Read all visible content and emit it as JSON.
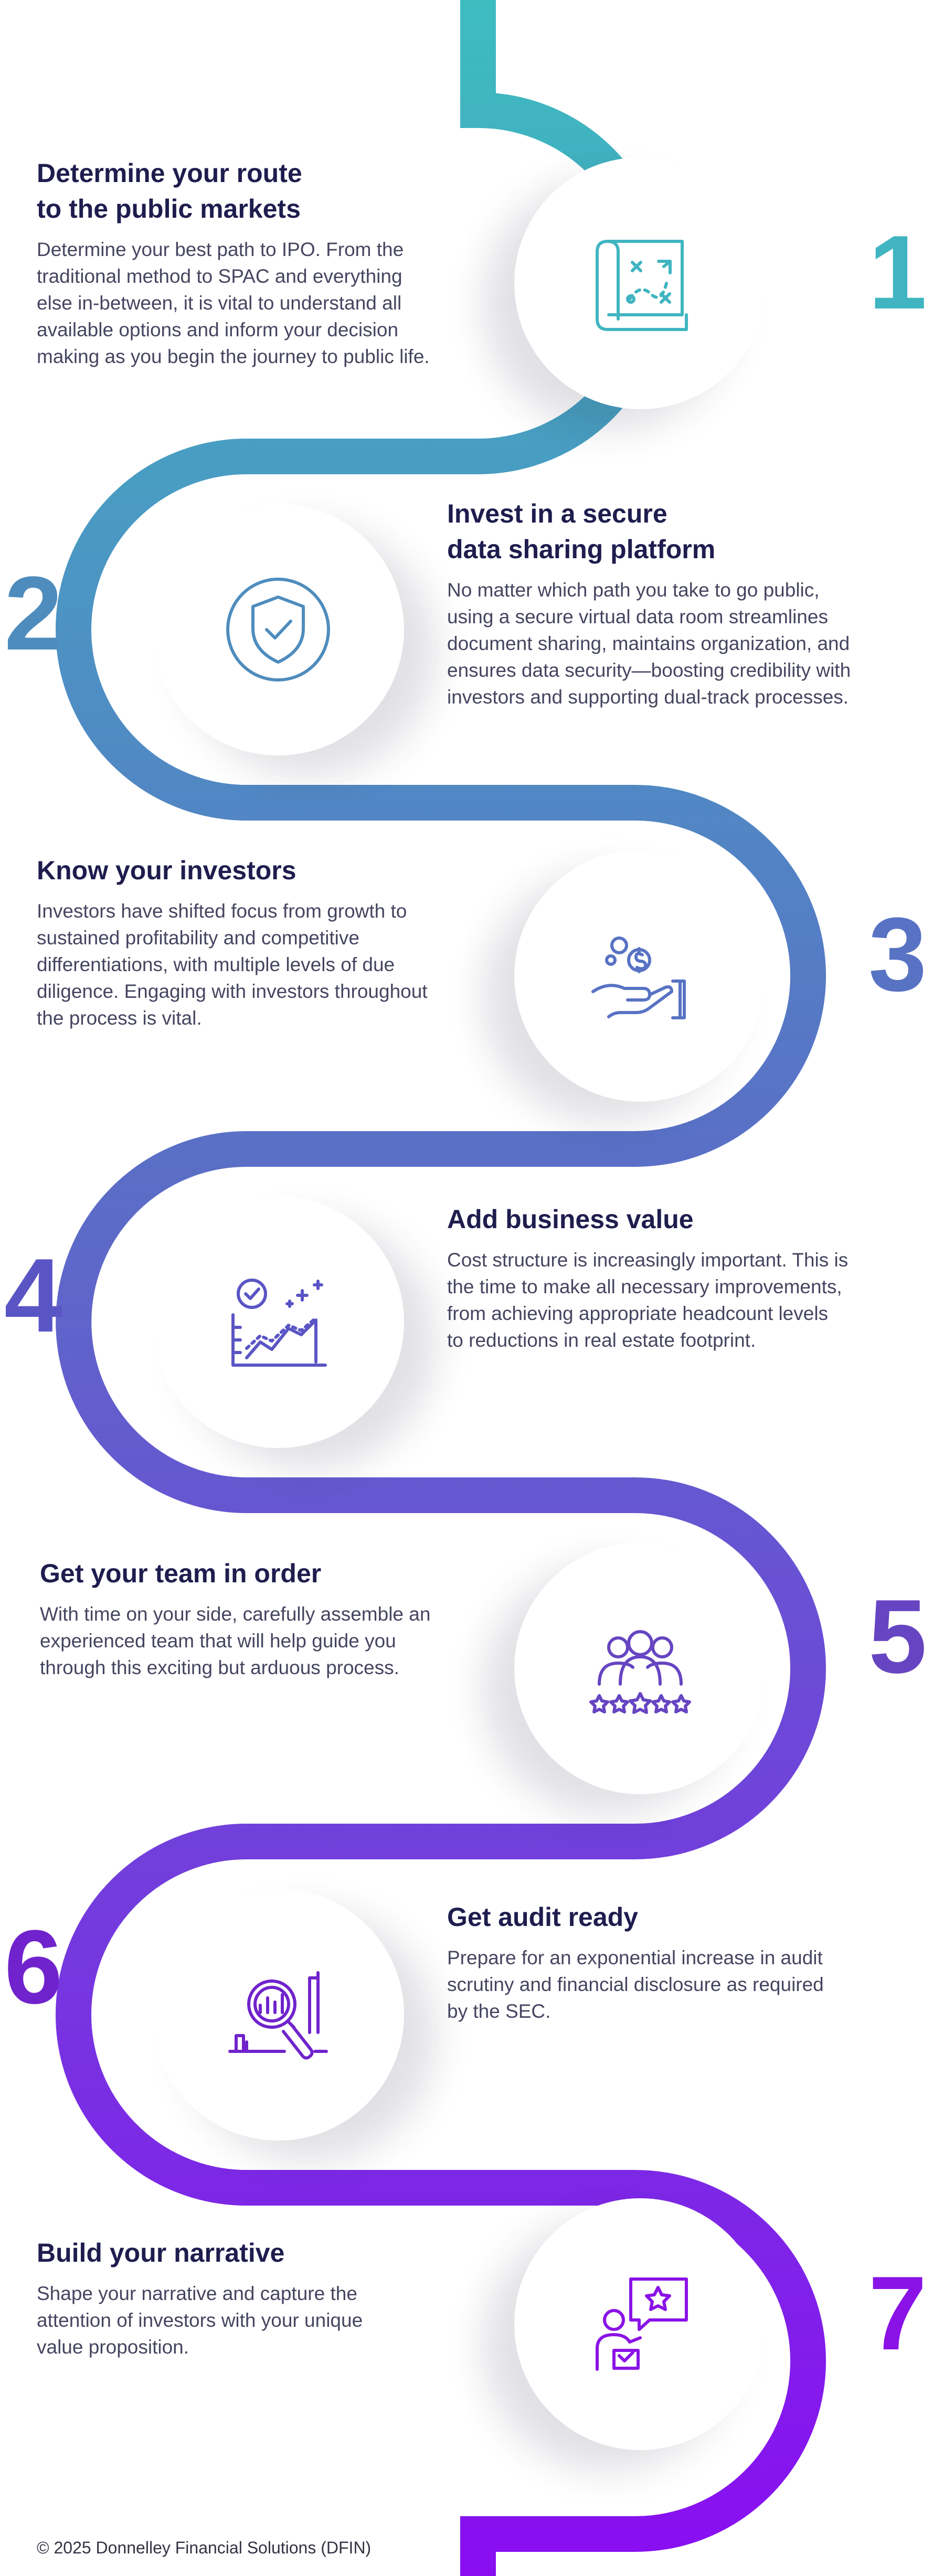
{
  "colors": {
    "path_top": "#3dbcc0",
    "path_mid": "#5a6fc6",
    "path_bottom": "#8a0df2",
    "title": "#1f1d4e",
    "body": "#454560"
  },
  "steps": [
    {
      "number": "1",
      "title": "Determine your route\nto the public markets",
      "description": "Determine your best path to IPO. From the\ntraditional method to SPAC and everything\nelse in-between, it is vital to understand all\navailable options and inform your decision\nmaking as you begin the journey to public life.",
      "icon": "map-icon",
      "color": "#40b5c1"
    },
    {
      "number": "2",
      "title": "Invest in a secure\ndata sharing platform",
      "description": "No matter which path you take to go public,\nusing a secure virtual data room streamlines\ndocument sharing, maintains organization, and\nensures data security—boosting credibility with\ninvestors and supporting dual-track processes.",
      "icon": "shield-check-icon",
      "color": "#4e8cbd"
    },
    {
      "number": "3",
      "title": "Know your investors",
      "description": "Investors have shifted focus from growth to\nsustained profitability and competitive\ndifferentiations, with multiple levels of due\ndiligence. Engaging with investors throughout\nthe process is vital.",
      "icon": "hand-coins-icon",
      "color": "#5872c4"
    },
    {
      "number": "4",
      "title": "Add business value",
      "description": "Cost structure is increasingly important. This is\nthe time to make all necessary improvements,\nfrom achieving appropriate headcount levels\nto reductions in real estate footprint.",
      "icon": "growth-chart-icon",
      "color": "#5a55c4"
    },
    {
      "number": "5",
      "title": "Get your team in order",
      "description": "With time on your side, carefully assemble an\nexperienced team that will help guide you\nthrough this exciting but arduous process.",
      "icon": "team-stars-icon",
      "color": "#6645c2"
    },
    {
      "number": "6",
      "title": "Get audit ready",
      "description": "Prepare for an exponential increase in audit\nscrutiny and financial disclosure as required\nby the SEC.",
      "icon": "audit-magnifier-icon",
      "color": "#7023cc"
    },
    {
      "number": "7",
      "title": "Build your narrative",
      "description": "Shape your narrative and capture the\nattention of investors with your unique\nvalue proposition.",
      "icon": "presenter-star-icon",
      "color": "#8a12e6"
    }
  ],
  "footer": "© 2025 Donnelley Financial Solutions (DFIN)"
}
